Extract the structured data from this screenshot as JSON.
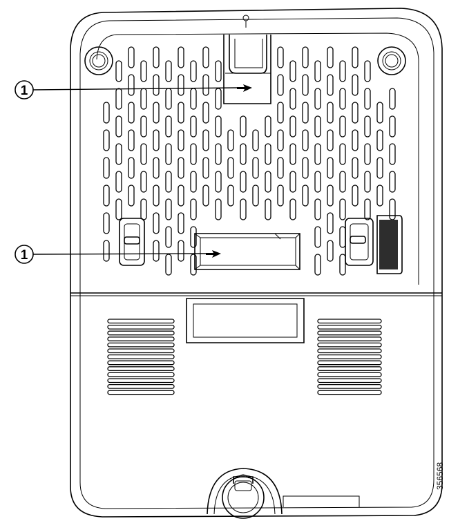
{
  "callouts": [
    {
      "number": "1",
      "target": "upper-wall-mount-slot"
    },
    {
      "number": "1",
      "target": "lower-wall-mount-slot"
    }
  ],
  "figure_id": "356568"
}
